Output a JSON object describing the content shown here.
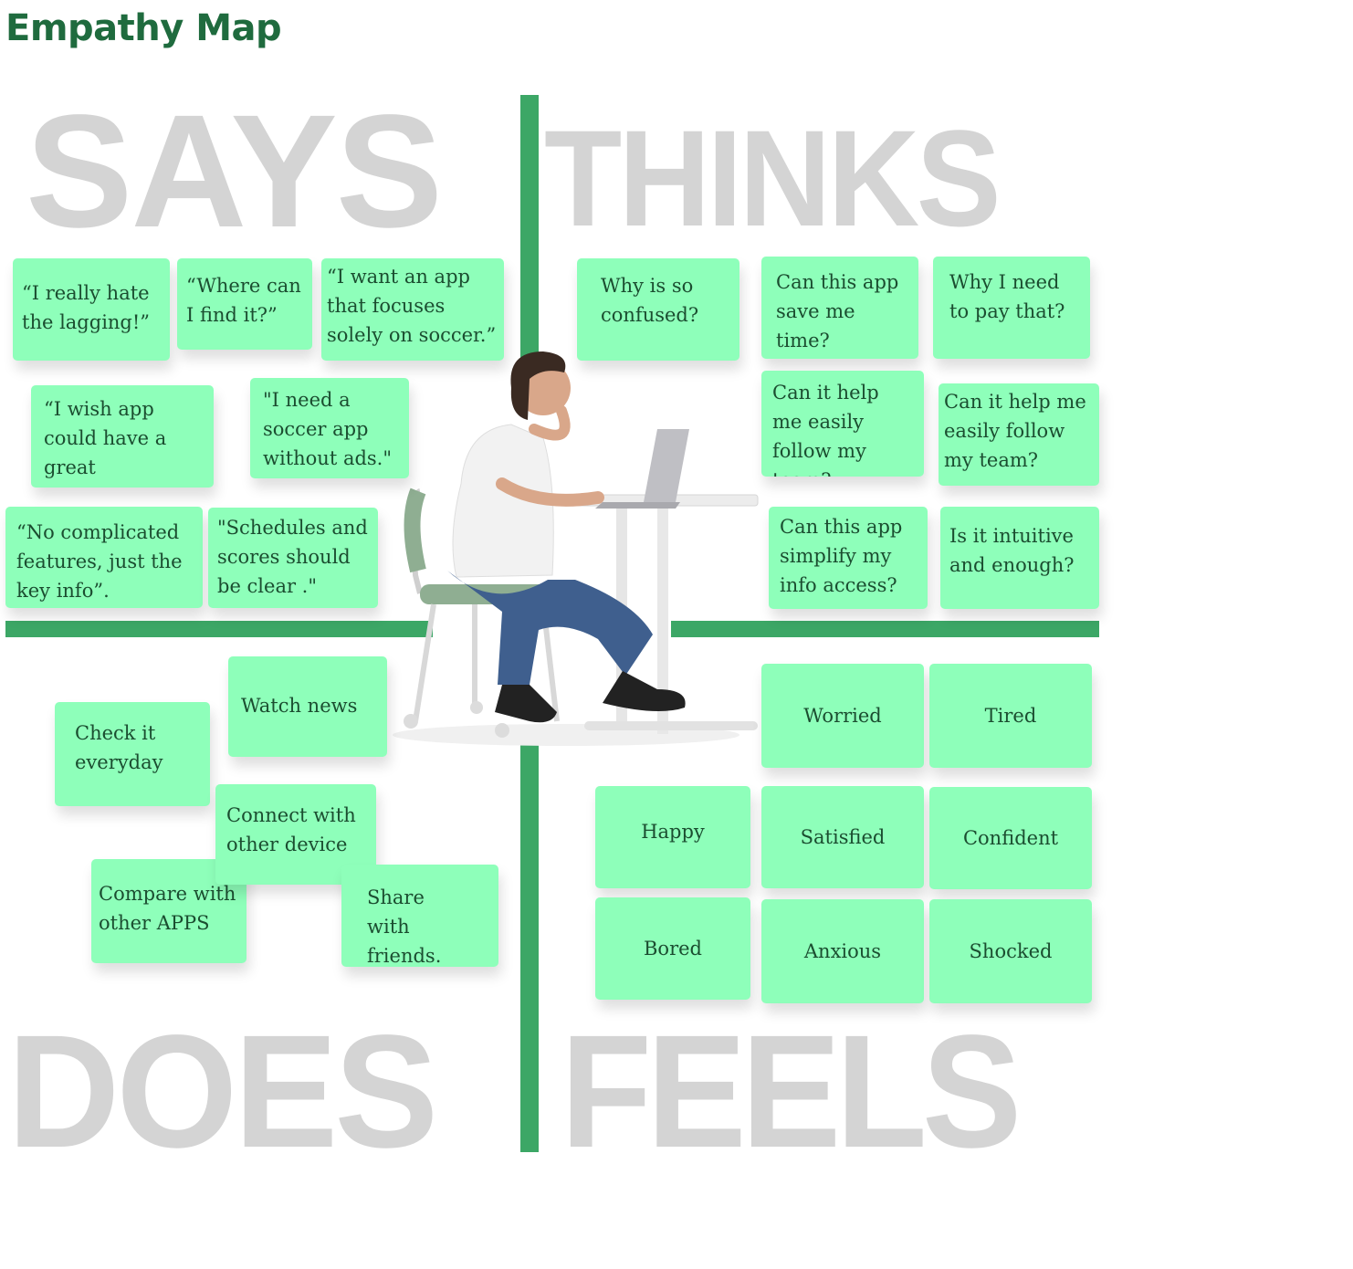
{
  "title": "Empathy Map",
  "quadrants": {
    "says": "SAYS",
    "thinks": "THINKS",
    "does": "DOES",
    "feels": "FEELS"
  },
  "says_notes": [
    "“I really hate the lagging!”",
    "“Where can I find it?”",
    "“I want an app that focuses solely on soccer.”",
    "“I wish app could have a great interface.”",
    "\"I need a soccer app without ads.\"",
    "“No complicated features, just the key info”.",
    "\"Schedules and scores should be clear .\""
  ],
  "thinks_notes": [
    "Why is so confused?",
    "Can this app save me time?",
    "Why I need to pay that?",
    "Can it help me easily follow my team?",
    "Can it help me easily follow my team?",
    "Can this app simplify my info access?",
    "Is it intuitive and enough?"
  ],
  "does_notes": [
    "Watch news",
    "Check it everyday",
    "Connect with other device",
    "Compare with other APPS",
    "Share with friends."
  ],
  "feels_notes": [
    "Worried",
    "Tired",
    "Happy",
    "Satisfied",
    "Confident",
    "Bored",
    "Anxious",
    "Shocked"
  ],
  "colors": {
    "divider": "#3ca766",
    "note": "#8effba",
    "title": "#1f6b3e",
    "quadrant_word": "#d4d4d4"
  },
  "figure": "woman-at-laptop-desk"
}
